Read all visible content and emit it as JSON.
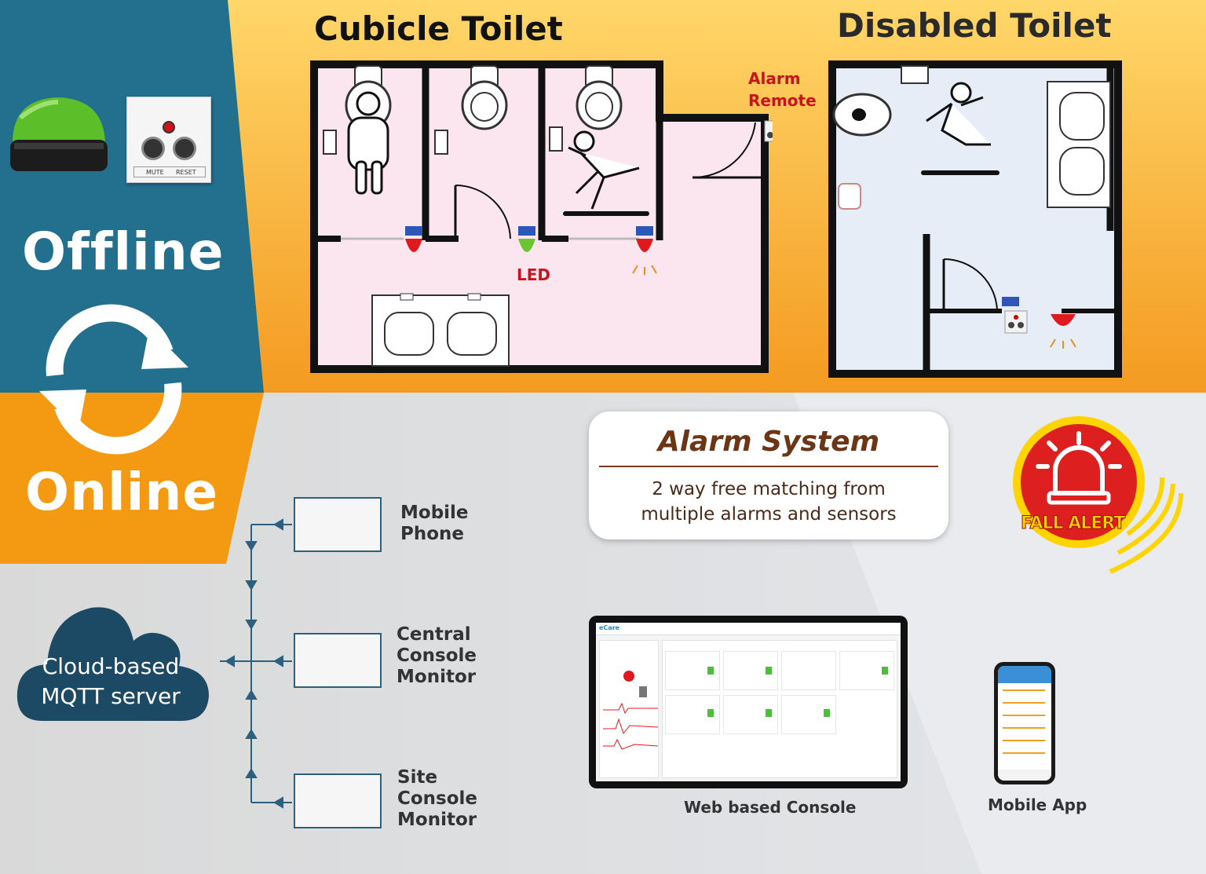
{
  "headings": {
    "cubicle": "Cubicle Toilet",
    "disabled": "Disabled Toilet"
  },
  "modes": {
    "offline": "Offline",
    "online": "Online"
  },
  "floorplan_labels": {
    "alarm_remote_line1": "Alarm",
    "alarm_remote_line2": "Remote",
    "led": "LED"
  },
  "device_labels": {
    "mute": "MUTE",
    "reset": "RESET"
  },
  "alarm_system": {
    "title": "Alarm System",
    "line1": "2 way free matching from",
    "line2": "multiple alarms and sensors"
  },
  "fall_alert": "FALL ALERT",
  "network": {
    "cloud_line1": "Cloud-based",
    "cloud_line2": "MQTT server",
    "nodes": [
      {
        "line1": "Mobile",
        "line2": "Phone",
        "line3": ""
      },
      {
        "line1": "Central",
        "line2": "Console",
        "line3": "Monitor"
      },
      {
        "line1": "Site",
        "line2": "Console",
        "line3": "Monitor"
      }
    ]
  },
  "console": {
    "brand": "eCare",
    "caption": "Web based Console"
  },
  "mobile_app": {
    "caption": "Mobile App"
  },
  "colors": {
    "teal": "#236f8e",
    "orange": "#f39a12",
    "pink_room": "#fbe6ef",
    "blue_room": "#e6edf7",
    "alarm_red": "#e0191f",
    "led_green": "#6cc431",
    "cloud": "#1c4a64"
  }
}
